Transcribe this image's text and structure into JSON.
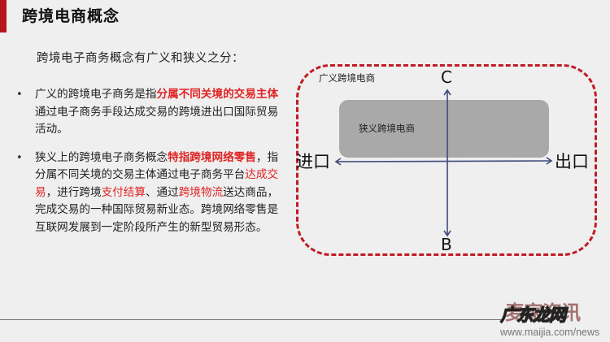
{
  "header": {
    "title": "跨境电商概念",
    "accent_color": "#b8141c"
  },
  "content": {
    "intro": "跨境电子商务概念有广义和狭义之分：",
    "bullets": [
      {
        "segments": [
          {
            "text": "广义的跨境电子商务是指",
            "style": "normal"
          },
          {
            "text": "分属不同关境的交易主体",
            "style": "bold-red"
          },
          {
            "text": "通过电子商务手段达成交易的跨境进出口国际贸易活动。",
            "style": "normal"
          }
        ]
      },
      {
        "segments": [
          {
            "text": "狭义上的跨境电子商务概念",
            "style": "normal"
          },
          {
            "text": "特指跨境网络零售",
            "style": "bold-red"
          },
          {
            "text": "，指分属不同关境的交易主体通过电子商务平台",
            "style": "normal"
          },
          {
            "text": "达成交易",
            "style": "red"
          },
          {
            "text": "，进行跨境",
            "style": "normal"
          },
          {
            "text": "支付结算",
            "style": "red"
          },
          {
            "text": "、通过",
            "style": "normal"
          },
          {
            "text": "跨境物流",
            "style": "red"
          },
          {
            "text": "送达商品，完成交易的一种国际贸易新业态。跨境网络零售是互联网发展到一定阶段所产生的新型贸易形态。",
            "style": "normal"
          }
        ]
      }
    ],
    "bullet_glyph": "•",
    "highlight_color": "#e02424"
  },
  "diagram": {
    "outer_label": "广义跨境电商",
    "inner_label": "狭义跨境电商",
    "axis_top": "C",
    "axis_bottom": "B",
    "axis_left": "进口",
    "axis_right": "出口",
    "outer_border_color": "#c01c24",
    "inner_fill_color": "#a9a9a9",
    "arrow_color": "#3d4a7a"
  },
  "watermark": {
    "back_text": "麦家资讯",
    "front_text": "广东龙网",
    "url": "www.maijia.com/news"
  }
}
